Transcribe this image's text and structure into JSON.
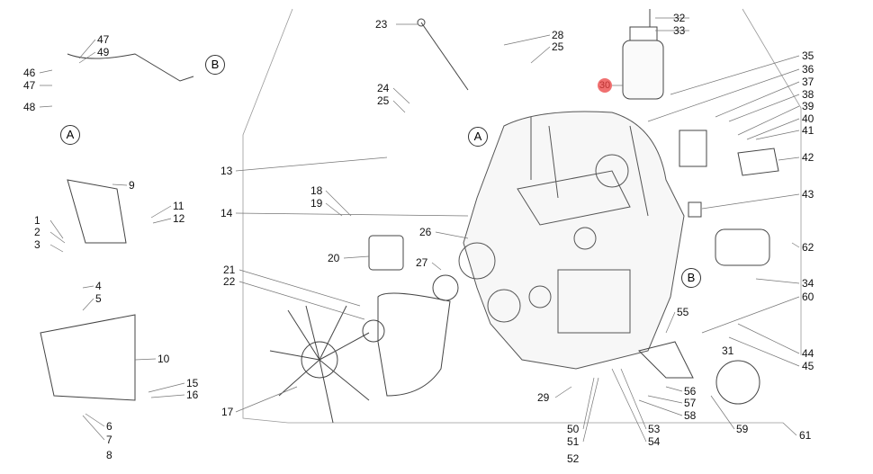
{
  "title": "Engine parts exploded view",
  "labels": {
    "l23": "23",
    "l32": "32",
    "l33": "33",
    "l28": "28",
    "l25a": "25",
    "l35": "35",
    "l36": "36",
    "l37": "37",
    "l38": "38",
    "l39": "39",
    "l40": "40",
    "l41": "41",
    "l42": "42",
    "l43": "43",
    "l62": "62",
    "l34": "34",
    "l60": "60",
    "l44": "44",
    "l45": "45",
    "l61": "61",
    "l59": "59",
    "l56": "56",
    "l57": "57",
    "l58": "58",
    "l53": "53",
    "l54": "54",
    "l50": "50",
    "l51": "51",
    "l52": "52",
    "l55": "55",
    "l31": "31",
    "l29": "29",
    "l17": "17",
    "l21": "21",
    "l22": "22",
    "l20": "20",
    "l27": "27",
    "l26": "26",
    "l13": "13",
    "l14": "14",
    "l18": "18",
    "l19": "19",
    "l24": "24",
    "l25b": "25",
    "l47a": "47",
    "l49": "49",
    "l46": "46",
    "l47b": "47",
    "l48": "48",
    "l9": "9",
    "l11": "11",
    "l12": "12",
    "l1": "1",
    "l2": "2",
    "l3": "3",
    "l4": "4",
    "l5": "5",
    "l10": "10",
    "l15": "15",
    "l16": "16",
    "l6": "6",
    "l7": "7",
    "l8": "8"
  },
  "refs": {
    "a1": "A",
    "a2": "A",
    "b1": "B",
    "b2": "B"
  },
  "highlight": {
    "label": "30",
    "color": "#f07070"
  }
}
